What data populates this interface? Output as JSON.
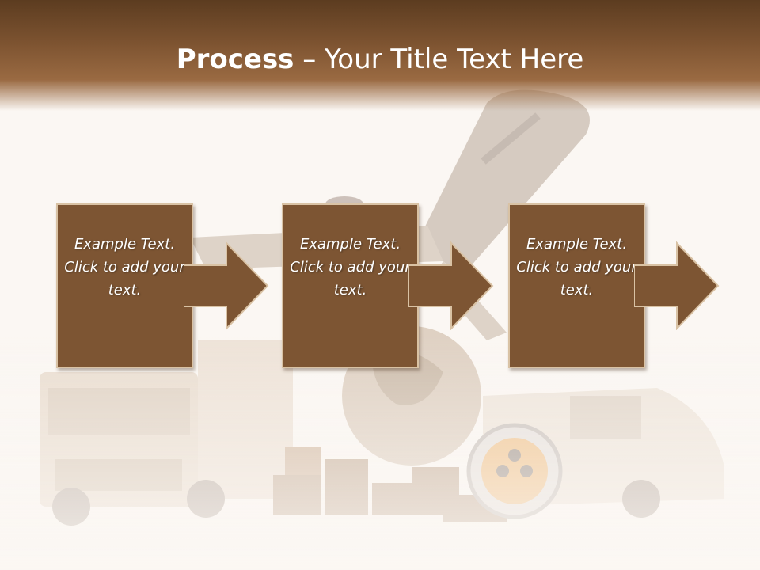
{
  "title": {
    "bold": "Process",
    "rest": " – Your Title Text Here"
  },
  "steps": [
    {
      "text": "Example Text. Click  to add your text."
    },
    {
      "text": "Example Text. Click  to add your text."
    },
    {
      "text": "Example Text. Click  to add your text."
    }
  ],
  "colors": {
    "box": "#7d5533",
    "header": "#7e5431",
    "background": "#fbf7f3"
  }
}
